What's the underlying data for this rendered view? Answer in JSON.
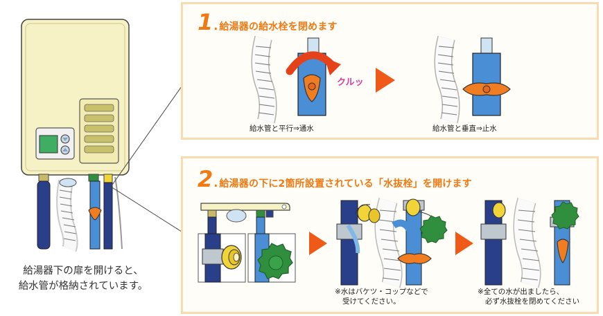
{
  "left": {
    "caption_line1": "給湯器下の扉を開けると、",
    "caption_line2": "給水管が格納されています。"
  },
  "step1": {
    "number": "1",
    "title": "給湯器の給水栓を閉めます",
    "sound": "クルッ",
    "caption_open": "給水管と平行⇒通水",
    "caption_closed": "給水管と垂直⇒止水"
  },
  "step2": {
    "number": "2",
    "title": "給湯器の下に2箇所設置されている「水抜栓」を開けます",
    "note1_line1": "※水はバケツ・コップなどで",
    "note1_line2": "受けてください。",
    "note2_line1": "※全ての水が出ましたら、",
    "note2_line2": "必ず水抜栓を閉めてください"
  },
  "colors": {
    "accent": "#ef7a14",
    "panel_border": "#f8dcb0",
    "pipe_blue": "#4a8fd6",
    "pipe_navy": "#2a3f8a",
    "heater_body": "#f7f2c6",
    "display_green": "#3fae64",
    "valve_orange": "#f07d22",
    "knob_yellow": "#f1d43a",
    "knob_green": "#2f8f3e"
  }
}
